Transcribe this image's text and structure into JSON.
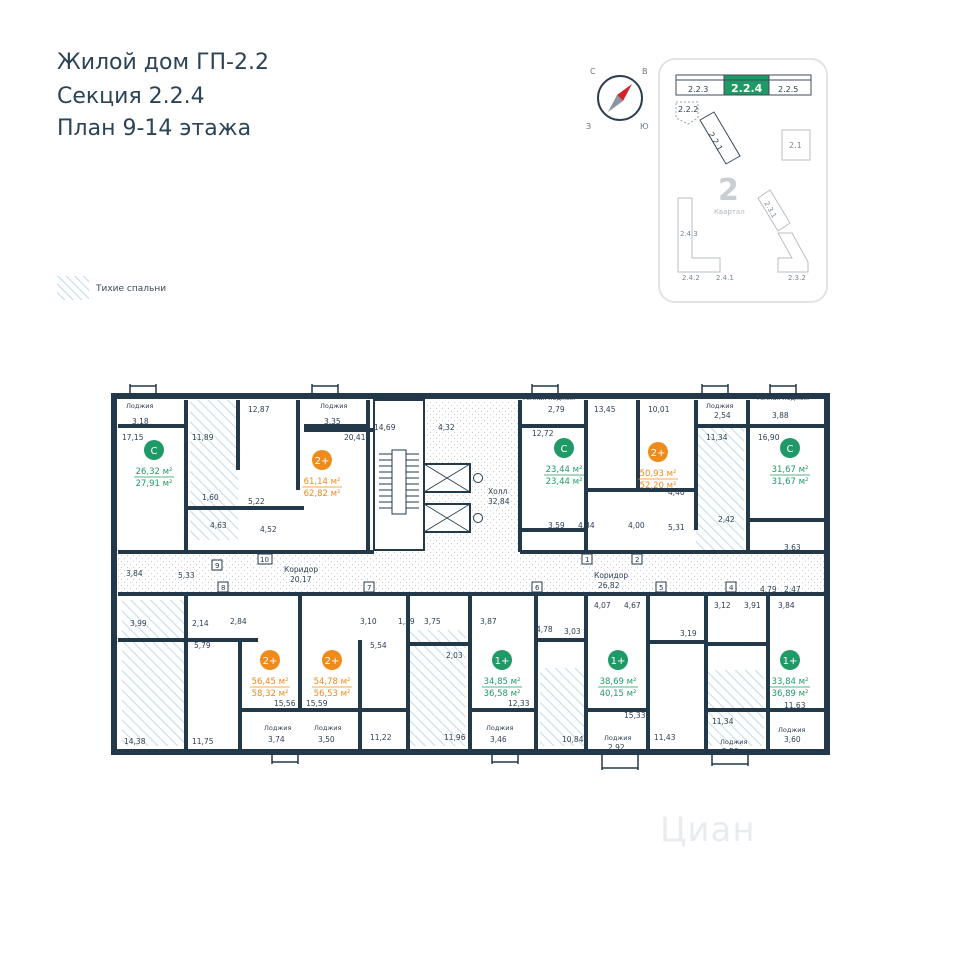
{
  "header": {
    "line1": "Жилой дом ГП-2.2",
    "line2": "Секция 2.2.4",
    "line3": "План 9-14 этажа"
  },
  "legend": {
    "quiet_bedrooms": "Тихие спальни"
  },
  "compass": {
    "north": "С",
    "east": "В",
    "south": "Ю",
    "west": "З"
  },
  "site_plan": {
    "quarter_number": "2",
    "quarter_label": "Квартал",
    "active_section": "2.2.4",
    "sections": [
      "2.2.3",
      "2.2.4",
      "2.2.5",
      "2.2.2",
      "2.2.1",
      "2.1",
      "2.3.1",
      "2.4.3",
      "2.4.2",
      "2.4.1",
      "2.3.2"
    ]
  },
  "colors": {
    "wall": "#233849",
    "accent_green": "#1f9a66",
    "accent_orange": "#ef8a1c",
    "hatch": "#b7d4e3"
  },
  "units": [
    {
      "badge": "С",
      "area_living": "26,32 м²",
      "area_total": "27,91 м²",
      "type": "green"
    },
    {
      "badge": "2+",
      "area_living": "61,14 м²",
      "area_total": "62,82 м²",
      "type": "orange"
    },
    {
      "badge": "С",
      "area_living": "23,44 м²",
      "area_total": "23,44 м²",
      "type": "green"
    },
    {
      "badge": "2+",
      "area_living": "50,93 м²",
      "area_total": "52,20 м²",
      "type": "orange"
    },
    {
      "badge": "С",
      "area_living": "31,67 м²",
      "area_total": "31,67 м²",
      "type": "green"
    },
    {
      "badge": "2+",
      "area_living": "56,45 м²",
      "area_total": "58,32 м²",
      "type": "orange"
    },
    {
      "badge": "2+",
      "area_living": "54,78 м²",
      "area_total": "56,53 м²",
      "type": "orange"
    },
    {
      "badge": "1+",
      "area_living": "34,85 м²",
      "area_total": "36,58 м²",
      "type": "green"
    },
    {
      "badge": "1+",
      "area_living": "38,69 м²",
      "area_total": "40,15 м²",
      "type": "green"
    },
    {
      "badge": "1+",
      "area_living": "33,84 м²",
      "area_total": "36,89 м²",
      "type": "green"
    }
  ],
  "labels": {
    "loggia": "Лоджия",
    "warm_loggia": "Теплая лоджия",
    "corridor": "Коридор",
    "hall": "Холл"
  },
  "room_values": {
    "top": [
      "3,18",
      "11,89",
      "12,87",
      "3,35",
      "17,15",
      "20,41",
      "14,69",
      "4,32",
      "2,79",
      "13,45",
      "10,01",
      "2,54",
      "3,88",
      "12,72",
      "11,34",
      "16,90",
      "1,60",
      "5,22",
      "4,63",
      "4,52",
      "32,84",
      "4,40",
      "3,59",
      "4,34",
      "4,00",
      "5,31",
      "2,42",
      "3,63"
    ],
    "corridors": [
      "20,17",
      "26,82"
    ],
    "middle": [
      "3,84",
      "5,33",
      "4,79",
      "2,47",
      "3,99",
      "2,14",
      "2,84",
      "3,10",
      "1,59",
      "3,75",
      "3,87",
      "4,07",
      "4,67",
      "3,12",
      "3,91",
      "3,84",
      "5,79",
      "5,54",
      "2,03",
      "4,78",
      "3,03",
      "3,19"
    ],
    "bottom": [
      "15,56",
      "15,59",
      "12,33",
      "15,33",
      "11,63",
      "14,38",
      "11,75",
      "11,22",
      "11,96",
      "10,84",
      "11,43",
      "11,34",
      "3,74",
      "3,50",
      "3,46",
      "2,92",
      "2,50",
      "3,60"
    ]
  },
  "door_numbers": [
    "1",
    "2",
    "3",
    "4",
    "5",
    "6",
    "7",
    "8",
    "9",
    "10"
  ],
  "watermark": "Циан"
}
